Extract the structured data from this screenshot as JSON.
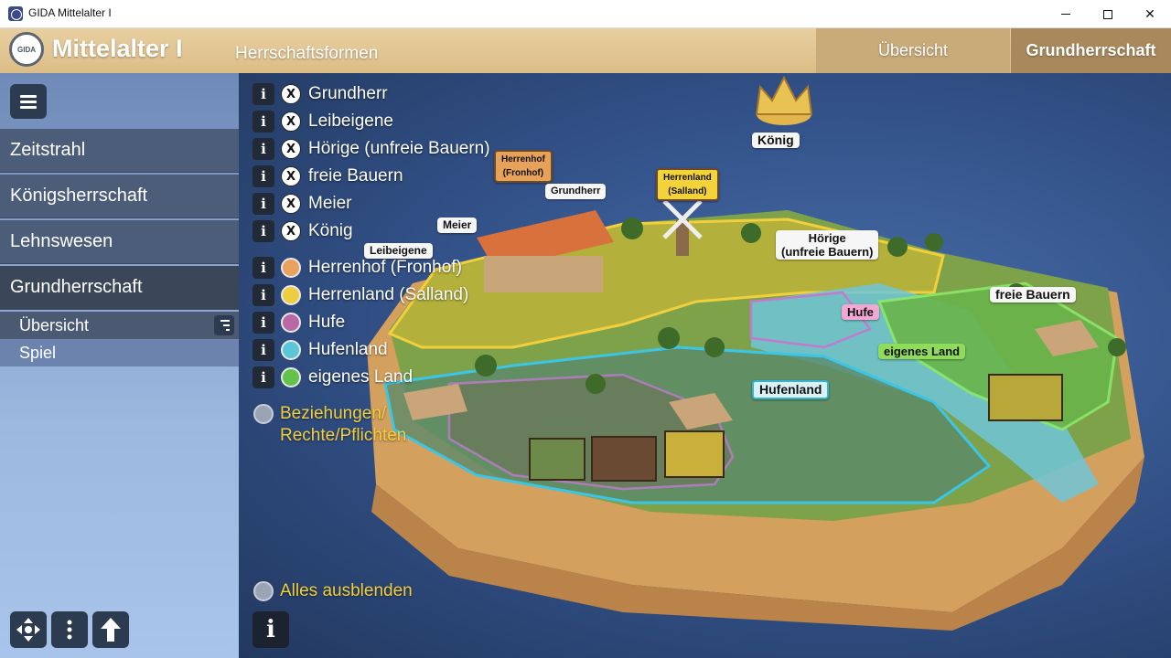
{
  "window": {
    "title": "GIDA Mittelalter I"
  },
  "header": {
    "logo_text": "GIDA",
    "app_title": "Mittelalter I",
    "section_title": "Herrschaftsformen",
    "tabs": [
      {
        "label": "Übersicht"
      },
      {
        "label": "Grundherrschaft"
      }
    ]
  },
  "sidebar": {
    "items": [
      {
        "label": "Zeitstrahl"
      },
      {
        "label": "Königsherrschaft"
      },
      {
        "label": "Lehnswesen"
      },
      {
        "label": "Grundherrschaft"
      }
    ],
    "subitems": [
      {
        "label": "Übersicht"
      },
      {
        "label": "Spiel"
      }
    ]
  },
  "legend": {
    "persons": [
      {
        "info": "i",
        "toggle": "X",
        "label": "Grundherr"
      },
      {
        "info": "i",
        "toggle": "X",
        "label": "Leibeigene"
      },
      {
        "info": "i",
        "toggle": "X",
        "label": "Hörige (unfreie Bauern)"
      },
      {
        "info": "i",
        "toggle": "X",
        "label": "freie Bauern"
      },
      {
        "info": "i",
        "toggle": "X",
        "label": "Meier"
      },
      {
        "info": "i",
        "toggle": "X",
        "label": "König"
      }
    ],
    "areas": [
      {
        "info": "i",
        "label": "Herrenhof (Fronhof)",
        "color": "#e8a25e"
      },
      {
        "info": "i",
        "label": "Herrenland (Salland)",
        "color": "#edce42"
      },
      {
        "info": "i",
        "label": "Hufe",
        "color": "#b868a4"
      },
      {
        "info": "i",
        "label": "Hufenland",
        "color": "#5ac6d8"
      },
      {
        "info": "i",
        "label": "eigenes Land",
        "color": "#62c24a"
      }
    ],
    "relations": "Beziehungen/\nRechte/Pflichten",
    "hide_all": "Alles ausblenden",
    "info": "i"
  },
  "scene_labels": {
    "koenig": "König",
    "herrenhof": "Herrenhof\n(Fronhof)",
    "grundherr": "Grundherr",
    "herrenland": "Herrenland\n(Salland)",
    "meier": "Meier",
    "leibeigene": "Leibeigene",
    "hoerige": "Hörige\n(unfreie Bauern)",
    "freie_bauern": "freie Bauern",
    "hufe": "Hufe",
    "eigenes_land": "eigenes Land",
    "hufenland": "Hufenland"
  }
}
